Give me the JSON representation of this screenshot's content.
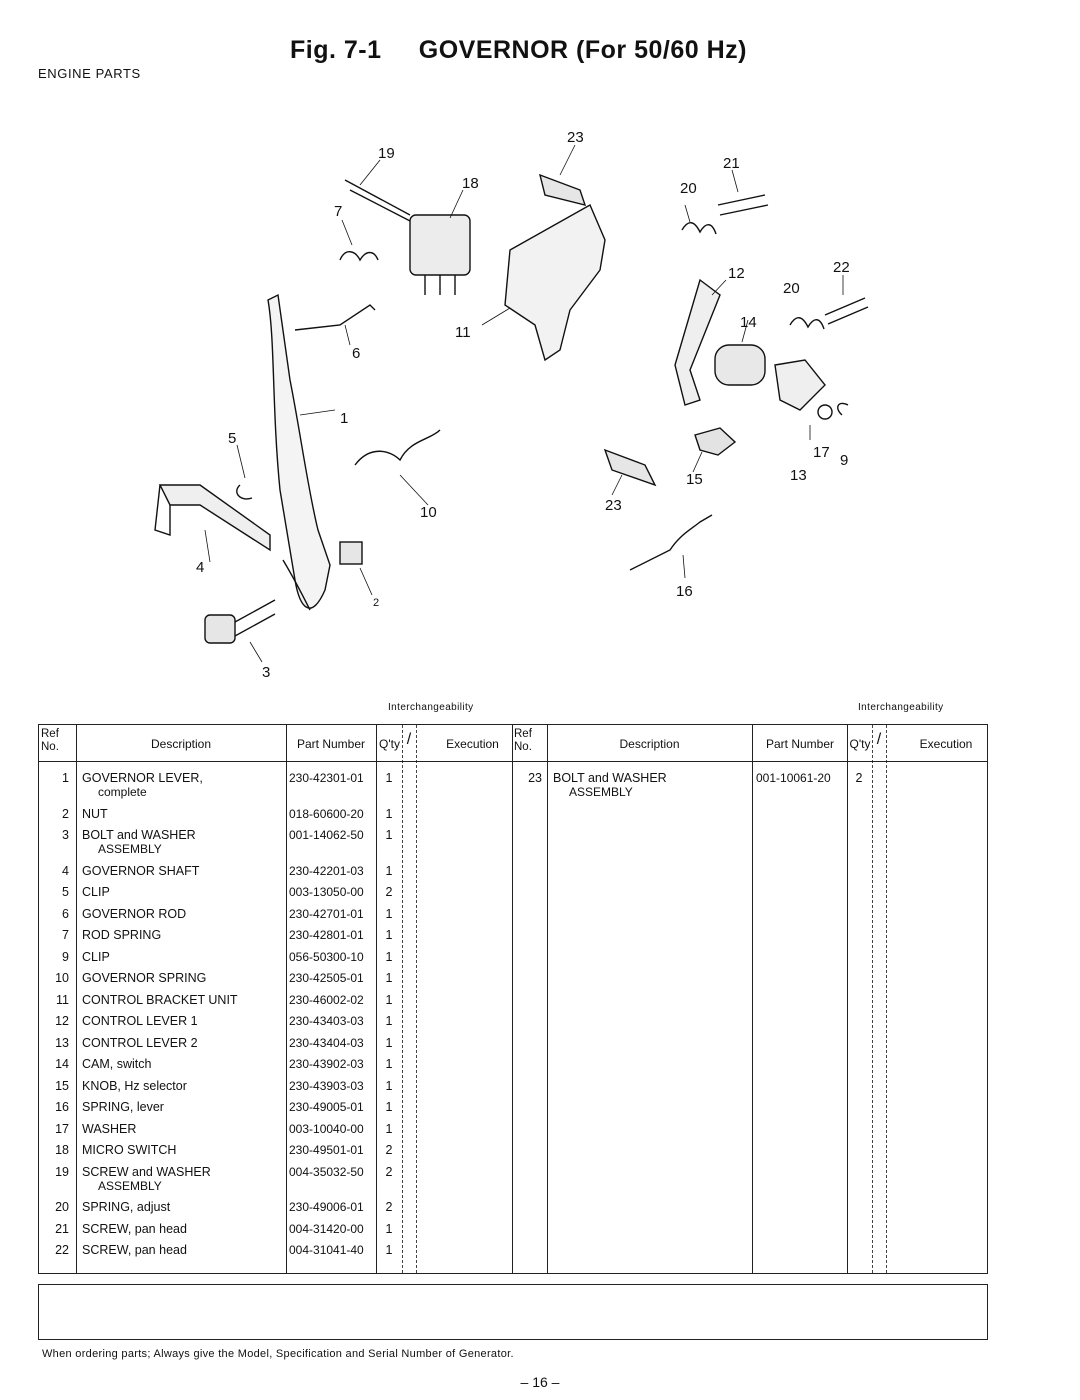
{
  "header": {
    "fig_label": "Fig. 7-1",
    "fig_title": "GOVERNOR (For 50/60 Hz)",
    "section": "ENGINE PARTS"
  },
  "diagram": {
    "callouts": [
      "19",
      "23",
      "21",
      "18",
      "20",
      "7",
      "22",
      "12",
      "20",
      "14",
      "11",
      "6",
      "1",
      "5",
      "17",
      "9",
      "10",
      "15",
      "13",
      "23",
      "4",
      "16",
      "2",
      "3"
    ]
  },
  "table": {
    "interchangeability_label": "Interchangeability",
    "headers": {
      "ref": "Ref No.",
      "description": "Description",
      "part_number": "Part Number",
      "qty": "Q'ty",
      "mark": "/",
      "execution": "Execution"
    },
    "left_rows": [
      {
        "ref": "1",
        "desc": "GOVERNOR LEVER,",
        "sub": "complete",
        "pn": "230-42301-01",
        "qty": "1"
      },
      {
        "ref": "2",
        "desc": "NUT",
        "sub": "",
        "pn": "018-60600-20",
        "qty": "1"
      },
      {
        "ref": "3",
        "desc": "BOLT and WASHER",
        "sub": "ASSEMBLY",
        "pn": "001-14062-50",
        "qty": "1"
      },
      {
        "ref": "4",
        "desc": "GOVERNOR SHAFT",
        "sub": "",
        "pn": "230-42201-03",
        "qty": "1"
      },
      {
        "ref": "5",
        "desc": "CLIP",
        "sub": "",
        "pn": "003-13050-00",
        "qty": "2"
      },
      {
        "ref": "6",
        "desc": "GOVERNOR ROD",
        "sub": "",
        "pn": "230-42701-01",
        "qty": "1"
      },
      {
        "ref": "7",
        "desc": "ROD SPRING",
        "sub": "",
        "pn": "230-42801-01",
        "qty": "1"
      },
      {
        "ref": "9",
        "desc": "CLIP",
        "sub": "",
        "pn": "056-50300-10",
        "qty": "1"
      },
      {
        "ref": "10",
        "desc": "GOVERNOR SPRING",
        "sub": "",
        "pn": "230-42505-01",
        "qty": "1"
      },
      {
        "ref": "11",
        "desc": "CONTROL BRACKET UNIT",
        "sub": "",
        "pn": "230-46002-02",
        "qty": "1"
      },
      {
        "ref": "12",
        "desc": "CONTROL LEVER 1",
        "sub": "",
        "pn": "230-43403-03",
        "qty": "1"
      },
      {
        "ref": "13",
        "desc": "CONTROL LEVER 2",
        "sub": "",
        "pn": "230-43404-03",
        "qty": "1"
      },
      {
        "ref": "14",
        "desc": "CAM, switch",
        "sub": "",
        "pn": "230-43902-03",
        "qty": "1"
      },
      {
        "ref": "15",
        "desc": "KNOB, Hz selector",
        "sub": "",
        "pn": "230-43903-03",
        "qty": "1"
      },
      {
        "ref": "16",
        "desc": "SPRING, lever",
        "sub": "",
        "pn": "230-49005-01",
        "qty": "1"
      },
      {
        "ref": "17",
        "desc": "WASHER",
        "sub": "",
        "pn": "003-10040-00",
        "qty": "1"
      },
      {
        "ref": "18",
        "desc": "MICRO SWITCH",
        "sub": "",
        "pn": "230-49501-01",
        "qty": "2"
      },
      {
        "ref": "19",
        "desc": "SCREW and WASHER",
        "sub": "ASSEMBLY",
        "pn": "004-35032-50",
        "qty": "2"
      },
      {
        "ref": "20",
        "desc": "SPRING, adjust",
        "sub": "",
        "pn": "230-49006-01",
        "qty": "2"
      },
      {
        "ref": "21",
        "desc": "SCREW, pan head",
        "sub": "",
        "pn": "004-31420-00",
        "qty": "1"
      },
      {
        "ref": "22",
        "desc": "SCREW, pan head",
        "sub": "",
        "pn": "004-31041-40",
        "qty": "1"
      }
    ],
    "right_rows": [
      {
        "ref": "23",
        "desc": "BOLT and WASHER",
        "sub": "ASSEMBLY",
        "pn": "001-10061-20",
        "qty": "2"
      }
    ]
  },
  "footer": {
    "note": "When ordering parts; Always give the Model, Specification and Serial Number of Generator.",
    "page": "– 16 –"
  }
}
